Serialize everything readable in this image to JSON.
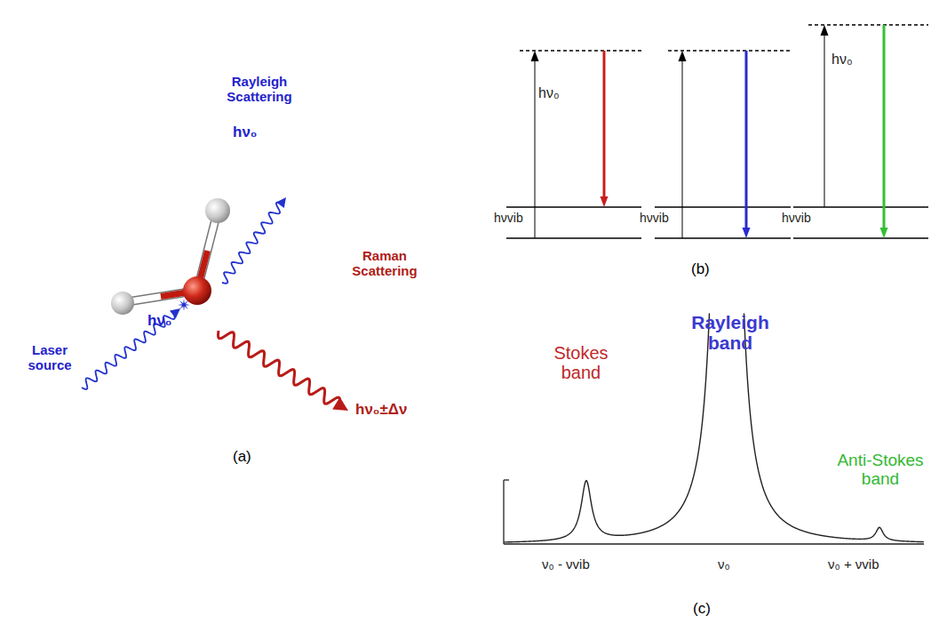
{
  "diagram": {
    "labels": [
      "Rayleigh Scattering",
      "hν₀",
      "Laser source",
      "hν₀",
      "Raman Scattering",
      "hν₀±Δν",
      "(a)",
      "hν₀",
      "hνvib",
      "hνvib",
      "hν₀",
      "hνvib",
      "(b)",
      "Stokes band",
      "Rayleigh band",
      "Anti-Stokes band",
      "ν₀ - νvib",
      "ν₀",
      "ν₀ + νvib",
      "(c)"
    ]
  }
}
